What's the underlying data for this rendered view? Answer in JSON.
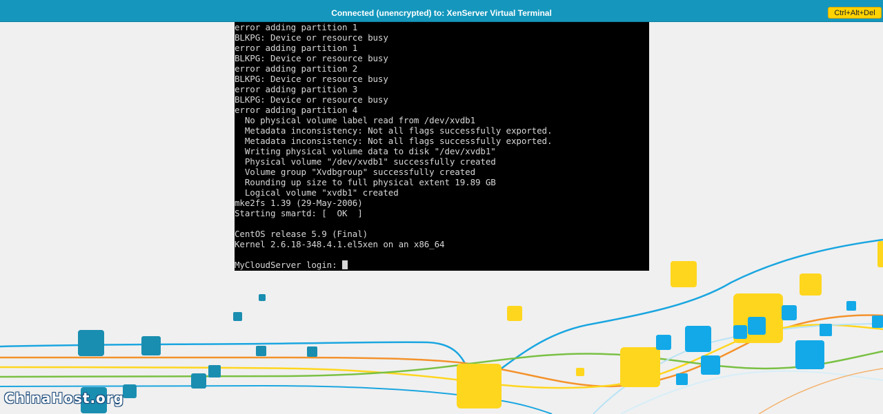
{
  "topbar": {
    "title": "Connected (unencrypted) to: XenServer Virtual Terminal",
    "cad_button_label": "Ctrl+Alt+Del"
  },
  "terminal": {
    "lines": [
      "error adding partition 1",
      "BLKPG: Device or resource busy",
      "error adding partition 1",
      "BLKPG: Device or resource busy",
      "error adding partition 2",
      "BLKPG: Device or resource busy",
      "error adding partition 3",
      "BLKPG: Device or resource busy",
      "error adding partition 4",
      "  No physical volume label read from /dev/xvdb1",
      "  Metadata inconsistency: Not all flags successfully exported.",
      "  Metadata inconsistency: Not all flags successfully exported.",
      "  Writing physical volume data to disk \"/dev/xvdb1\"",
      "  Physical volume \"/dev/xvdb1\" successfully created",
      "  Volume group \"Xvdbgroup\" successfully created",
      "  Rounding up size to full physical extent 19.89 GB",
      "  Logical volume \"xvdb1\" created",
      "mke2fs 1.39 (29-May-2006)",
      "Starting smartd: [  OK  ]",
      "",
      "CentOS release 5.9 (Final)",
      "Kernel 2.6.18-348.4.1.el5xen on an x86_64",
      "",
      "MyCloudServer login: "
    ]
  },
  "watermark": "ChinaHost.org",
  "colors": {
    "topbar": "#1597bd",
    "button": "#ffd200",
    "terminal_bg": "#000000",
    "terminal_fg": "#d7d7d7",
    "accent_blue": "#13a9e8",
    "accent_teal": "#1a8eb0",
    "accent_yellow": "#ffd61e",
    "accent_orange": "#f4922b",
    "accent_green": "#79c043"
  }
}
